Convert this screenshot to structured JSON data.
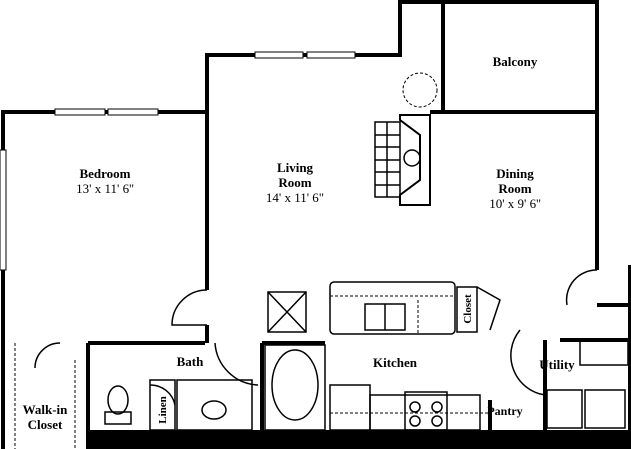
{
  "rooms": {
    "balcony": {
      "name": "Balcony"
    },
    "living": {
      "name_line1": "Living",
      "name_line2": "Room",
      "dimensions": "14' x 11' 6\""
    },
    "bedroom": {
      "name": "Bedroom",
      "dimensions": "13' x 11' 6''"
    },
    "dining": {
      "name_line1": "Dining",
      "name_line2": "Room",
      "dimensions": "10' x 9' 6''"
    },
    "bath": {
      "name": "Bath"
    },
    "kitchen": {
      "name": "Kitchen"
    },
    "utility": {
      "name": "Utility"
    },
    "walkin": {
      "name_line1": "Walk-in",
      "name_line2": "Closet"
    },
    "linen": {
      "name": "Linen"
    },
    "closet": {
      "name": "Closet"
    },
    "pantry": {
      "name": "Pantry"
    }
  }
}
